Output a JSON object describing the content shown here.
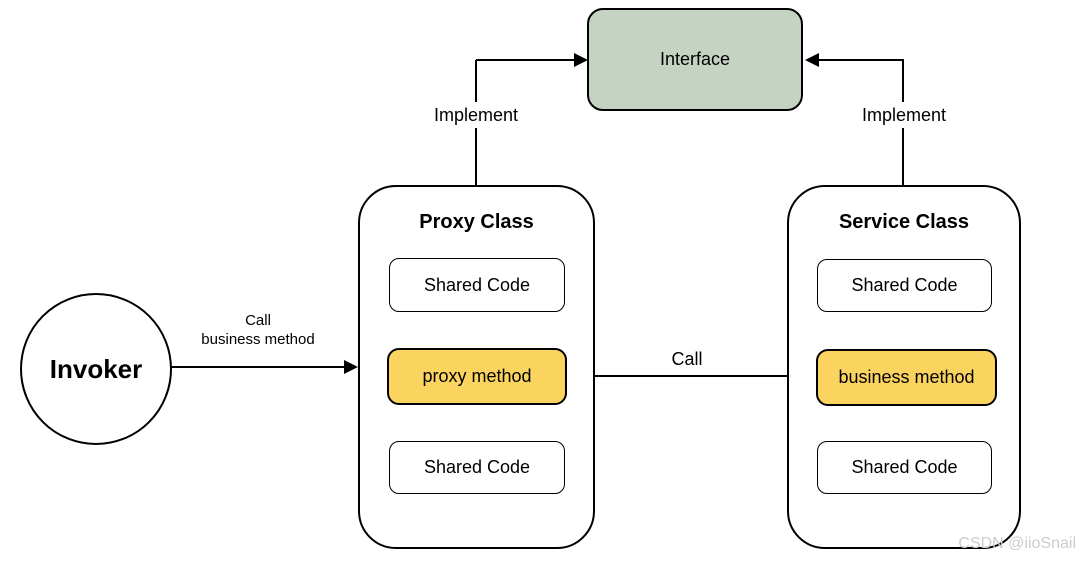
{
  "diagram": {
    "interface": {
      "label": "Interface"
    },
    "proxy_class": {
      "title": "Proxy Class",
      "items": [
        {
          "label": "Shared Code",
          "type": "shared"
        },
        {
          "label": "proxy method",
          "type": "highlight"
        },
        {
          "label": "Shared Code",
          "type": "shared"
        }
      ]
    },
    "service_class": {
      "title": "Service Class",
      "items": [
        {
          "label": "Shared Code",
          "type": "shared"
        },
        {
          "label": "business method",
          "type": "highlight"
        },
        {
          "label": "Shared Code",
          "type": "shared"
        }
      ]
    },
    "invoker": {
      "label": "Invoker"
    },
    "edges": {
      "implement_left_label": "Implement",
      "implement_right_label": "Implement",
      "invoker_call_line1": "Call",
      "invoker_call_line2": "business method",
      "proxy_to_service_label": "Call"
    },
    "watermark": "CSDN @iioSnail",
    "colors": {
      "interface_fill": "#c5d3c2",
      "highlight_fill": "#fbd45f",
      "line": "#000000",
      "watermark": "#cccccc"
    }
  }
}
